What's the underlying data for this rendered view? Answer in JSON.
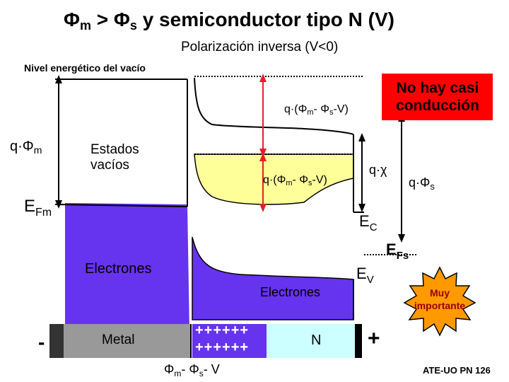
{
  "title": {
    "phi1": "Φ",
    "sub1": "m",
    "gt": " > ",
    "phi2": "Φ",
    "sub2": "s",
    "rest": " y semiconductor tipo N (V)"
  },
  "subtitle": "Polarización inversa (V<0)",
  "vacuum_label": "Nivel energético del vacío",
  "callout_text": "No hay casi conducción",
  "qphim": {
    "q": "q·",
    "phi": "Φ",
    "sub": "m"
  },
  "qphis": {
    "q": "q·",
    "phi": "Φ",
    "sub": "s"
  },
  "qchi": {
    "q": "q·",
    "chi": "χ"
  },
  "efm": {
    "e": "E",
    "sub": "Fm"
  },
  "ec": {
    "e": "E",
    "sub": "C"
  },
  "efs": {
    "e": "E",
    "sub": "Fs"
  },
  "ev": {
    "e": "E",
    "sub": "V"
  },
  "barrier_top": {
    "pre": "q·(",
    "phi1": "Φ",
    "sub1": "m",
    "mid": "- ",
    "phi2": "Φ",
    "sub2": "s",
    "post": "-V)"
  },
  "barrier_mid": {
    "pre": "q·(",
    "phi1": "Φ",
    "sub1": "m",
    "mid": "- ",
    "phi2": "Φ",
    "sub2": "s",
    "post": "-V)"
  },
  "estados_vacios": "Estados vacíos",
  "electrones_metal": "Electrones",
  "electrones_semi": "Electrones",
  "minus_sign": "-",
  "plus_sign": "+",
  "metal_label": "Metal",
  "n_label": "N",
  "plus_row": "++++++",
  "voltage_label": {
    "phi1": "Φ",
    "sub1": "m",
    "mid": "- ",
    "phi2": "Φ",
    "sub2": "s",
    "post": "- V"
  },
  "burst_text": "Muy importante",
  "footer": "ATE-UO PN 126",
  "colors": {
    "fill_purple": "#6633ee",
    "empty_yellow": "#ffff99",
    "callout_red": "#ff0000",
    "arrow_red": "#e0202a",
    "burst_orange": "#ff9900",
    "burst_text": "#990000",
    "n_region": "#ccffff",
    "metal_gray": "#999999"
  }
}
